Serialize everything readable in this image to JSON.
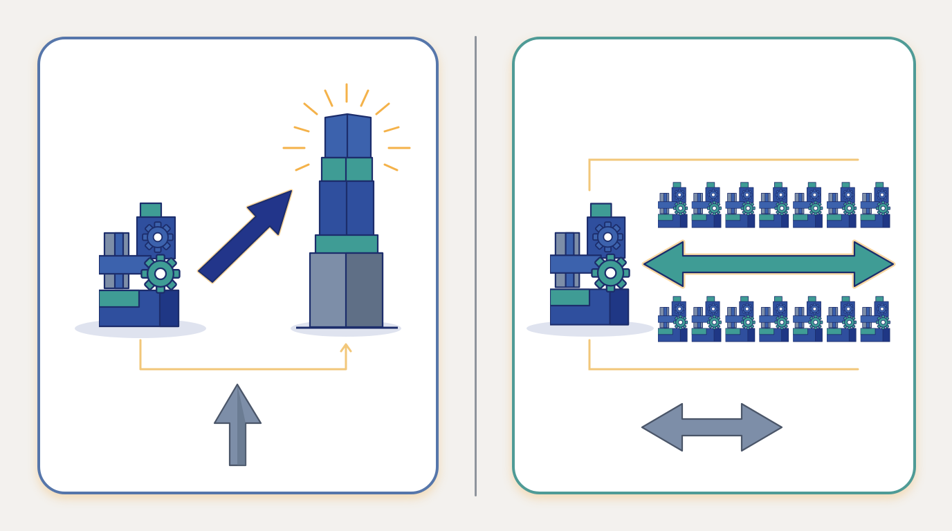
{
  "diagram": {
    "left_panel": {
      "concept": "vertical-scaling",
      "icons": [
        "small-machine-icon",
        "growth-arrow-icon",
        "tall-tower-icon",
        "glow-rays-icon",
        "up-arrow-icon"
      ]
    },
    "right_panel": {
      "concept": "horizontal-scaling",
      "icons": [
        "small-machine-icon",
        "double-arrow-icon",
        "machine-replica-icon",
        "left-right-arrow-icon"
      ],
      "replica_rows": 2,
      "replicas_per_row": 7
    },
    "colors": {
      "left_border": "#5676aa",
      "right_border": "#4f9b96",
      "navy": "#22358a",
      "blue": "#3c62ad",
      "teal": "#3f9c95",
      "gray": "#6b7a8f",
      "glow": "#f4b24a",
      "background": "#f3f1ee"
    }
  }
}
